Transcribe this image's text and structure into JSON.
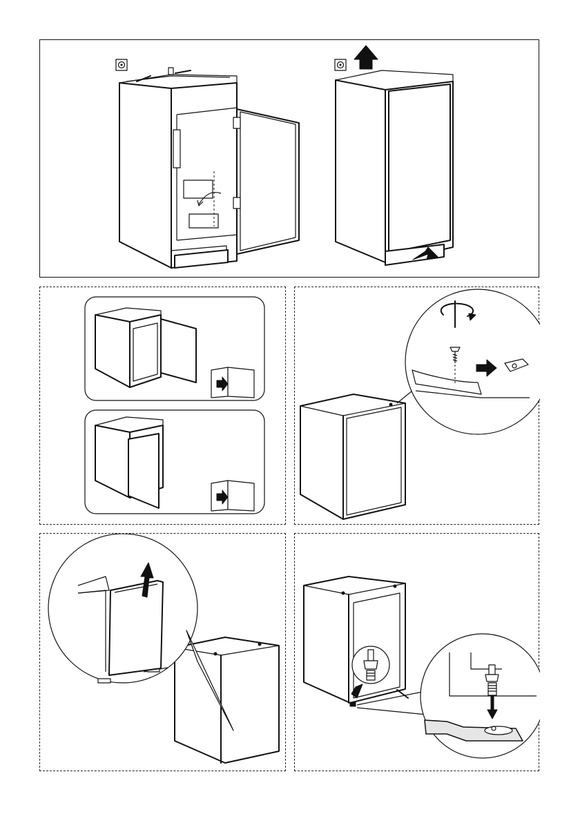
{
  "figures": [
    {
      "step": "remove-door-hinges",
      "icons": [
        "socket-icon",
        "lift-arrow-icon",
        "push-arrow-icon"
      ]
    },
    {
      "step": "consult-manual",
      "icons": [
        "manual-book-icon",
        "manual-book-icon"
      ]
    },
    {
      "step": "remove-top-cover-screw",
      "icons": [
        "screwdriver-rotate-icon",
        "screw-icon",
        "bracket-icon"
      ]
    },
    {
      "step": "lift-off-door",
      "icons": [
        "lift-arrow-icon"
      ]
    },
    {
      "step": "adjust-feet",
      "icons": [
        "adjustable-foot-icon",
        "down-arrow-icon"
      ]
    }
  ],
  "colors": {
    "line": "#111111",
    "shade": "#e6e6e6",
    "background": "#ffffff"
  }
}
